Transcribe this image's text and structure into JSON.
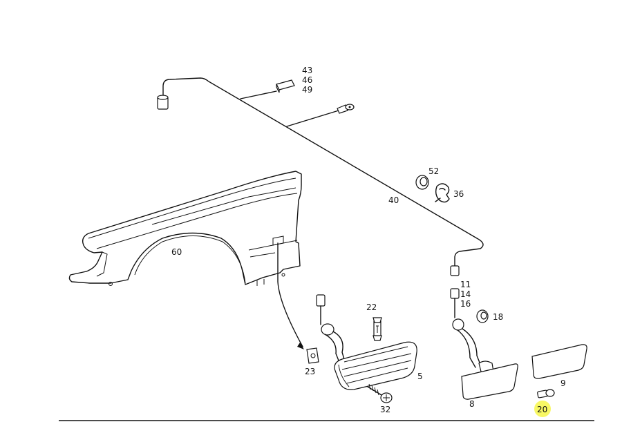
{
  "labels": {
    "p43": "43",
    "p46": "46",
    "p49": "49",
    "p52": "52",
    "p36": "36",
    "p40": "40",
    "p60": "60",
    "p22": "22",
    "p11": "11",
    "p14": "14",
    "p16": "16",
    "p18": "18",
    "p23": "23",
    "p5": "5",
    "p32": "32",
    "p8": "8",
    "p9": "9",
    "p20": "20"
  },
  "highlight": {
    "label": "p20",
    "color": "#f7f74a"
  },
  "colors": {
    "line": "#111111",
    "background": "#ffffff"
  }
}
